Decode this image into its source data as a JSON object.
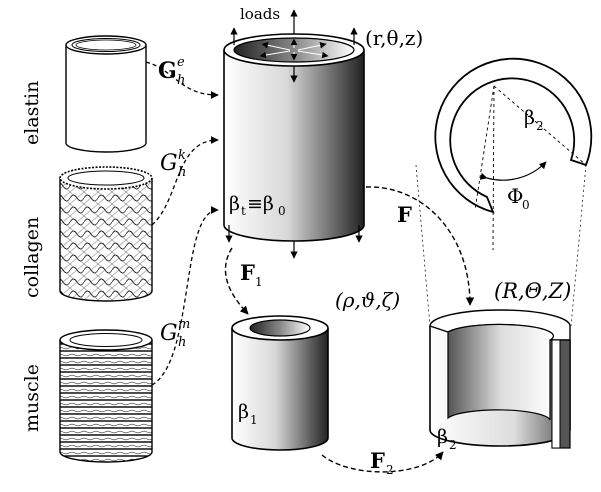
{
  "layers": {
    "elastin": "elastin",
    "collagen": "collagen",
    "muscle": "muscle"
  },
  "prestretch": {
    "elastin_main": "G",
    "elastin_sup": "e",
    "elastin_sub": "h",
    "collagen_main": "G",
    "collagen_sup": "k",
    "collagen_sub": "h",
    "muscle_main": "G",
    "muscle_sup": "m",
    "muscle_sub": "h"
  },
  "configs": {
    "loads": "loads",
    "coords_loaded": "(r,θ,z)",
    "beta_loaded": "β",
    "beta_loaded_sub_t": "t",
    "beta_equiv": "≡β",
    "beta_loaded_sub_0": "0",
    "coords_intermediate": "(ρ,ϑ,ζ)",
    "beta_intermediate": "β",
    "beta_intermediate_sub": "1",
    "coords_reference": "(R,Θ,Z)",
    "beta_reference": "β",
    "beta_reference_sub": "2",
    "beta_top_view": "β",
    "beta_top_view_sub": "2",
    "opening_angle": "Φ",
    "opening_angle_sub": "0"
  },
  "maps": {
    "F": "F",
    "F1": "F",
    "F1_sub": "1",
    "F2": "F",
    "F2_sub": "2"
  },
  "colors": {
    "ink": "#000000",
    "background": "#ffffff"
  }
}
